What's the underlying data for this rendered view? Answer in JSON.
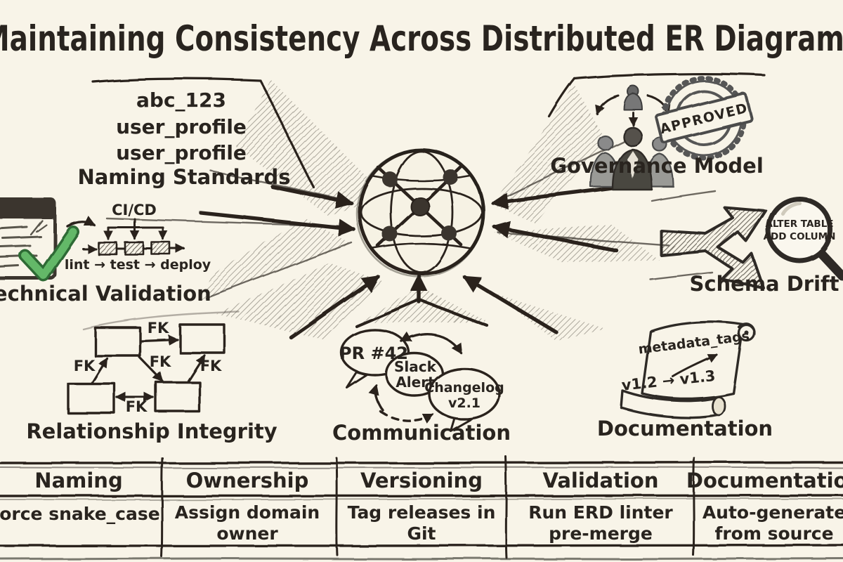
{
  "title": "Maintaining Consistency Across Distributed ER Diagrams",
  "colors": {
    "background": "#f8f4e8",
    "ink": "#29241f",
    "pencil": "#8d887d",
    "check_green": "#63b868"
  },
  "sections": {
    "naming": {
      "example1": "abc_123",
      "example2": "user_profile",
      "example3": "user_profile",
      "label": "Naming Standards"
    },
    "technical_validation": {
      "label": "Technical Validation",
      "pipeline_title": "CI/CD",
      "pipeline_steps": "lint → test → deploy"
    },
    "governance": {
      "label": "Governance Model",
      "stamp_text": "APPROVED"
    },
    "schema_drift": {
      "label": "Schema Drift",
      "magnifier_line1": "ALTER TABLE",
      "magnifier_line2": "ADD COLUMN"
    },
    "relationship_integrity": {
      "label": "Relationship Integrity",
      "fk_label": "FK"
    },
    "communication": {
      "label": "Communication",
      "bubble1": "PR #42",
      "bubble2_line1": "Slack",
      "bubble2_line2": "Alert",
      "bubble3_line1": "Changelog",
      "bubble3_line2": "v2.1"
    },
    "documentation": {
      "label": "Documentation",
      "scroll_title": "metadata_tags",
      "version_change": "v1.2 → v1.3"
    }
  },
  "table": {
    "headers": [
      "Naming",
      "Ownership",
      "Versioning",
      "Validation",
      "Documentation"
    ],
    "cells": [
      [
        "force snake_case"
      ],
      [
        "Assign domain",
        "owner"
      ],
      [
        "Tag releases in",
        "Git"
      ],
      [
        "Run ERD linter",
        "pre-merge"
      ],
      [
        "Auto-generate",
        "from source"
      ]
    ]
  }
}
